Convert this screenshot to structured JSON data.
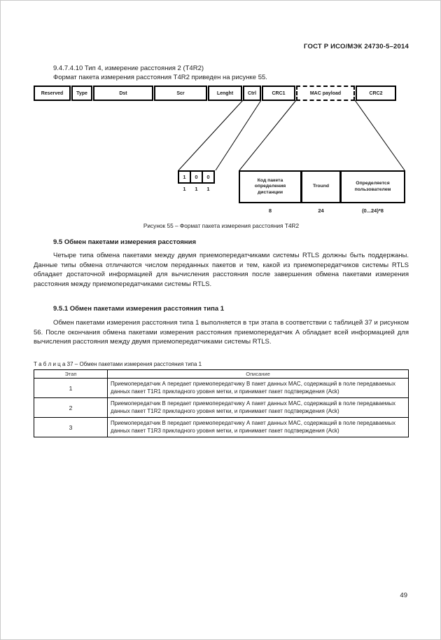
{
  "page": {
    "header": "ГОСТ Р ИСО/МЭК 24730-5–2014",
    "page_number": "49"
  },
  "sec947410": {
    "heading": "9.4.7.4.10 Тип 4, измерение расстояния 2 (T4R2)",
    "intro": "Формат пакета измерения расстояния T4R2 приведен на рисунке 55."
  },
  "figure55": {
    "fields": [
      {
        "label": "Reserved"
      },
      {
        "label": "Type"
      },
      {
        "label": "Dst"
      },
      {
        "label": "Scr"
      },
      {
        "label": "Lenght"
      },
      {
        "label": "Ctrl"
      },
      {
        "label": "CRC1"
      },
      {
        "label": "MAC payload"
      },
      {
        "label": "CRC2"
      }
    ],
    "ctrl_bits": {
      "values": [
        "1",
        "0",
        "0"
      ],
      "widths": [
        "1",
        "1",
        "1"
      ]
    },
    "payload_parts": [
      {
        "label": "Код пакета определения дистанции",
        "size": "8"
      },
      {
        "label": "Tround",
        "size": "24"
      },
      {
        "label": "Определяется пользователем",
        "size": "(0...24)*8"
      }
    ],
    "caption": "Рисунок 55 – Формат пакета измерения расстояния T4R2"
  },
  "sec95": {
    "heading": "9.5 Обмен пакетами измерения расстояния",
    "paragraph": "Четыре типа обмена пакетами между двумя приемопередатчиками системы RTLS должны быть поддержаны. Данные типы обмена отличаются числом переданных пакетов и тем, какой из приемопередатчиков системы RTLS обладает достаточной информацией для вычисления расстояния после завершения обмена пакетами измерения расстояния между приемопередатчиками системы RTLS."
  },
  "sec951": {
    "heading": "9.5.1 Обмен пакетами измерения расстояния типа 1",
    "paragraph": "Обмен пакетами измерения расстояния типа 1 выполняется в три этапа в соответствии с таблицей 37 и рисунком 56. После окончания обмена пакетами измерения расстояния приемопередатчик А обладает всей информацией для вычисления расстояния между двумя приемопередатчиками системы RTLS."
  },
  "table37": {
    "caption": "Т а б л и ц а  37 – Обмен пакетами измерения расстояния типа 1",
    "headers": [
      "Этап",
      "Описание"
    ],
    "rows": [
      {
        "stage": "1",
        "description": "Приемопередатчик А передает приемопередатчику В пакет данных MAC, содержащий в поле передаваемых данных пакет T1R1 прикладного уровня метки, и принимает пакет подтверждения (Ack)"
      },
      {
        "stage": "2",
        "description": "Приемопередатчик В передает приемопередатчику А пакет данных MAC, содержащий в поле передаваемых данных пакет T1R2 прикладного уровня метки, и принимает пакет подтверждения (Ack)"
      },
      {
        "stage": "3",
        "description": "Приемопередатчик В передает приемопередатчику А пакет данных MAC, содержащий в поле передаваемых данных пакет T1R3 прикладного уровня метки, и принимает пакет подтверждения (Ack)"
      }
    ]
  }
}
